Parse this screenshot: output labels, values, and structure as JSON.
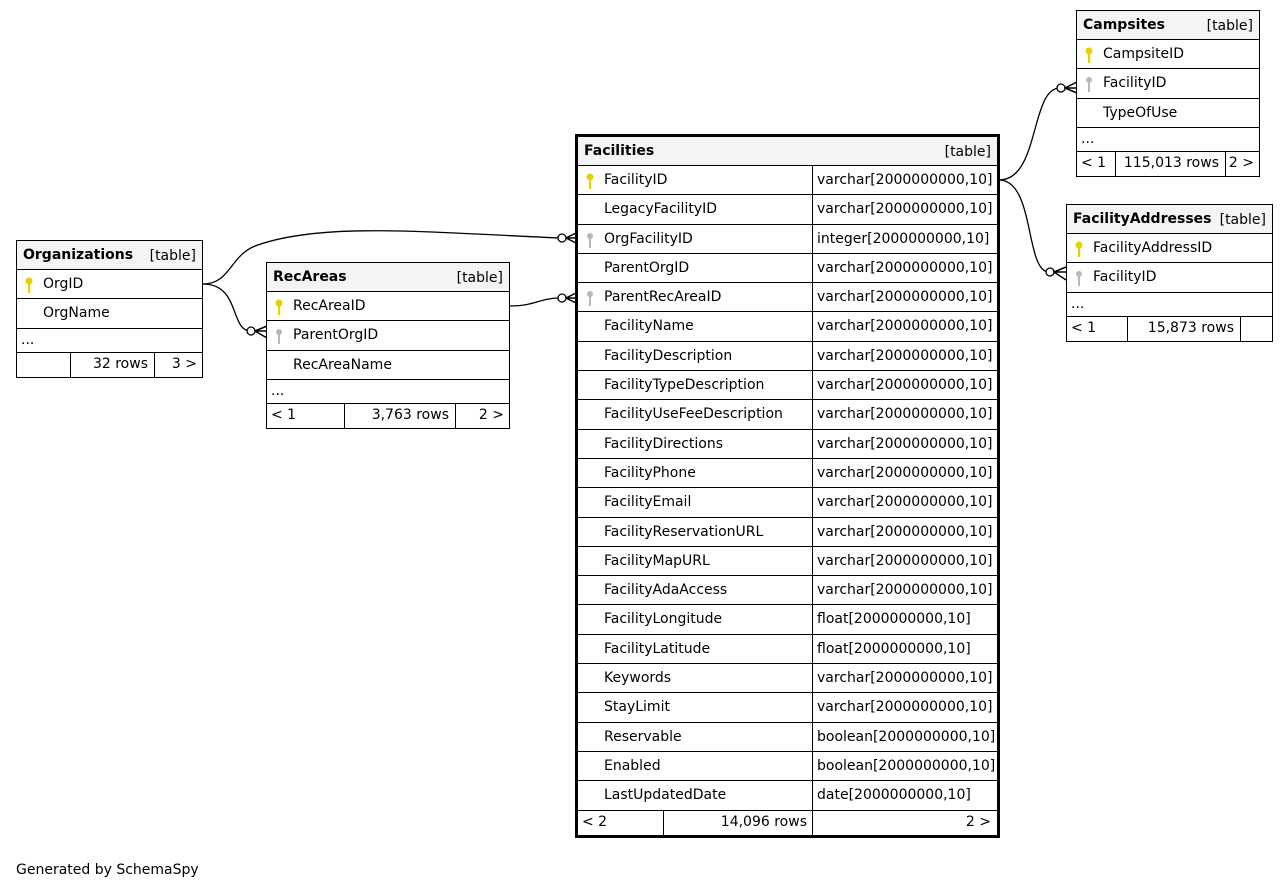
{
  "generator_text": "Generated by SchemaSpy",
  "table_kind_label": "[table]",
  "ellipsis": "...",
  "organizations": {
    "name": "Organizations",
    "columns": [
      "OrgID",
      "OrgName"
    ],
    "rows_label": "32 rows",
    "children_label": "3 >"
  },
  "recareas": {
    "name": "RecAreas",
    "columns": [
      "RecAreaID",
      "ParentOrgID",
      "RecAreaName"
    ],
    "parents_label": "< 1",
    "rows_label": "3,763 rows",
    "children_label": "2 >"
  },
  "facilities": {
    "name": "Facilities",
    "columns": [
      {
        "name": "FacilityID",
        "type": "varchar[2000000000,10]"
      },
      {
        "name": "LegacyFacilityID",
        "type": "varchar[2000000000,10]"
      },
      {
        "name": "OrgFacilityID",
        "type": "integer[2000000000,10]"
      },
      {
        "name": "ParentOrgID",
        "type": "varchar[2000000000,10]"
      },
      {
        "name": "ParentRecAreaID",
        "type": "varchar[2000000000,10]"
      },
      {
        "name": "FacilityName",
        "type": "varchar[2000000000,10]"
      },
      {
        "name": "FacilityDescription",
        "type": "varchar[2000000000,10]"
      },
      {
        "name": "FacilityTypeDescription",
        "type": "varchar[2000000000,10]"
      },
      {
        "name": "FacilityUseFeeDescription",
        "type": "varchar[2000000000,10]"
      },
      {
        "name": "FacilityDirections",
        "type": "varchar[2000000000,10]"
      },
      {
        "name": "FacilityPhone",
        "type": "varchar[2000000000,10]"
      },
      {
        "name": "FacilityEmail",
        "type": "varchar[2000000000,10]"
      },
      {
        "name": "FacilityReservationURL",
        "type": "varchar[2000000000,10]"
      },
      {
        "name": "FacilityMapURL",
        "type": "varchar[2000000000,10]"
      },
      {
        "name": "FacilityAdaAccess",
        "type": "varchar[2000000000,10]"
      },
      {
        "name": "FacilityLongitude",
        "type": "float[2000000000,10]"
      },
      {
        "name": "FacilityLatitude",
        "type": "float[2000000000,10]"
      },
      {
        "name": "Keywords",
        "type": "varchar[2000000000,10]"
      },
      {
        "name": "StayLimit",
        "type": "varchar[2000000000,10]"
      },
      {
        "name": "Reservable",
        "type": "boolean[2000000000,10]"
      },
      {
        "name": "Enabled",
        "type": "boolean[2000000000,10]"
      },
      {
        "name": "LastUpdatedDate",
        "type": "date[2000000000,10]"
      }
    ],
    "parents_label": "< 2",
    "rows_label": "14,096 rows",
    "children_label": "2 >"
  },
  "campsites": {
    "name": "Campsites",
    "columns": [
      "CampsiteID",
      "FacilityID",
      "TypeOfUse"
    ],
    "parents_label": "< 1",
    "rows_label": "115,013 rows",
    "children_label": "2 >"
  },
  "facilityaddresses": {
    "name": "FacilityAddresses",
    "columns": [
      "FacilityAddressID",
      "FacilityID"
    ],
    "parents_label": "< 1",
    "rows_label": "15,873 rows",
    "children_label": ""
  },
  "colors": {
    "primary_key": "#e6d200",
    "foreign_key": "#b8b8b8",
    "header_bg": "#f4f4f4",
    "line": "#000000"
  }
}
